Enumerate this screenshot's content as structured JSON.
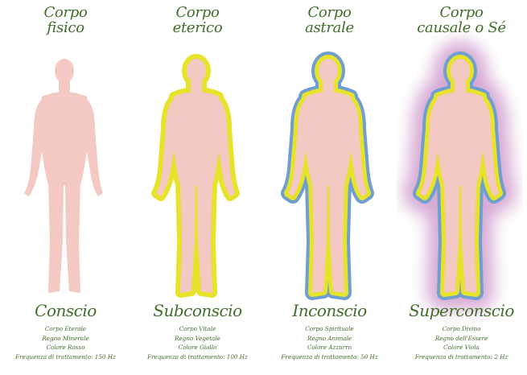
{
  "panels": [
    {
      "title": "Corpo\nfisico",
      "state": "Conscio",
      "details": [
        "Corpo Eterale",
        "Regno Minerale",
        "Colore Rosso",
        "Frequenza di trattamento: 150 Hz"
      ]
    },
    {
      "title": "Corpo\neterico",
      "state": "Subconscio",
      "details": [
        "Corpo Vitale",
        "Regno Vegetale",
        "Colore Giallo",
        "Frequenza di trattamento: 100 Hz"
      ]
    },
    {
      "title": "Corpo\nastrale",
      "state": "Inconscio",
      "details": [
        "Corpo Spirituale",
        "Regno Animale",
        "Colore Azzurro",
        "Frequenza di trattamento: 50 Hz"
      ]
    },
    {
      "title": "Corpo\ncausale o Sé",
      "state": "Superconscio",
      "details": [
        "Corpo Divino",
        "Regno dell'Essere",
        "Colore Viola",
        "Frequenza di trattamento: 2 Hz"
      ]
    }
  ],
  "colors": {
    "text": "#3f6e2a",
    "skin": "#f4c9c3",
    "etheric_aura": "#e6e32a",
    "astral_aura": "#6f9fd0",
    "causal_aura": "#b564b0"
  }
}
